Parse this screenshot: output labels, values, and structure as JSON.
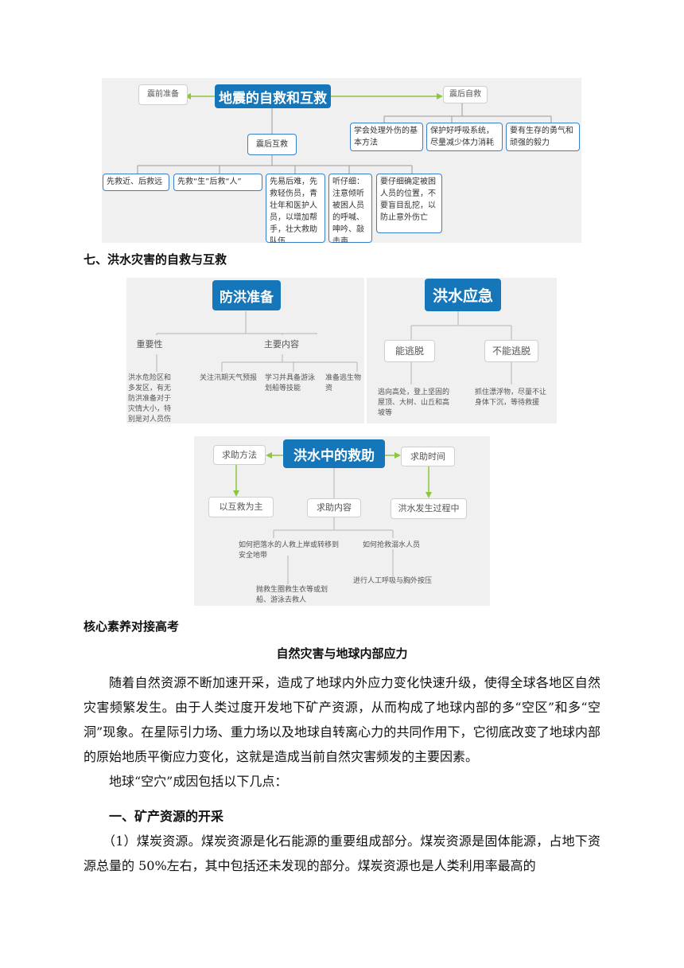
{
  "earthquake": {
    "center": "地震的自救和互救",
    "pre": "震前准备",
    "post_self": "震后自救",
    "post_mutual": "震后互救",
    "self_items": [
      "学会处理外伤的基本方法",
      "保护好呼吸系统，尽量减少体力消耗",
      "要有生存的勇气和顽强的毅力"
    ],
    "mutual_items": [
      "先救近、后救远",
      "先救“生”后救“人”",
      "先易后难，先救轻伤员，青壮年和医护人员，以增加帮手，壮大救助队伍",
      "听仔细：注意倾听被困人员的呼喊、呻吟、敲击声",
      "要仔细确定被困人员的位置，不要盲目乱挖，以防止意外伤亡"
    ]
  },
  "section7_title": "七、洪水灾害的自救与互救",
  "flood_prep": {
    "title": "防洪准备",
    "importance": "重要性",
    "main": "主要内容",
    "importance_text": "洪水危险区和多发区，有无防洪准备对于灾情大小，特别是对人员伤亡的多少有决定性作用",
    "items": [
      "关注汛期天气预报",
      "学习并具备游泳划船等技能",
      "准备逃生物资"
    ]
  },
  "flood_emergency": {
    "title": "洪水应急",
    "can": "能逃脱",
    "cannot": "不能逃脱",
    "can_text": "逃向高处，登上坚固的屋顶、大树、山丘和高坡等",
    "cannot_text": "抓住漂浮物，尽量不让身体下沉，等待救援"
  },
  "flood_rescue": {
    "title": "洪水中的救助",
    "method": "求助方法",
    "time": "求助时间",
    "method_answer": "以互救为主",
    "time_answer": "洪水发生过程中",
    "content": "求助内容",
    "content_a": "如何把落水的人救上岸或转移到安全地带",
    "content_b": "如何抢救溺水人员",
    "content_a_detail": "抛救生圈救生衣等或划船、游泳去救人",
    "content_b_detail": "进行人工呼吸与胸外按压"
  },
  "core_heading": "核心素养对接高考",
  "article_title": "自然灾害与地球内部应力",
  "paragraphs": [
    "随着自然资源不断加速开采，造成了地球内外应力变化快速升级，使得全球各地区自然灾害频繁发生。由于人类过度开发地下矿产资源，从而构成了地球内部的多“空区”和多“空洞”现象。在星际引力场、重力场以及地球自转离心力的共同作用下，它彻底改变了地球内部的原始地质平衡应力变化，这就是造成当前自然灾害频发的主要因素。",
    "地球“空穴”成因包括以下几点："
  ],
  "subheading": "一、矿产资源的开采",
  "paragraph3": "（1）煤炭资源。煤炭资源是化石能源的重要组成部分。煤炭资源是固体能源，占地下资源总量的 50%左右，其中包括还未发现的部分。煤炭资源也是人类利用率最高的"
}
